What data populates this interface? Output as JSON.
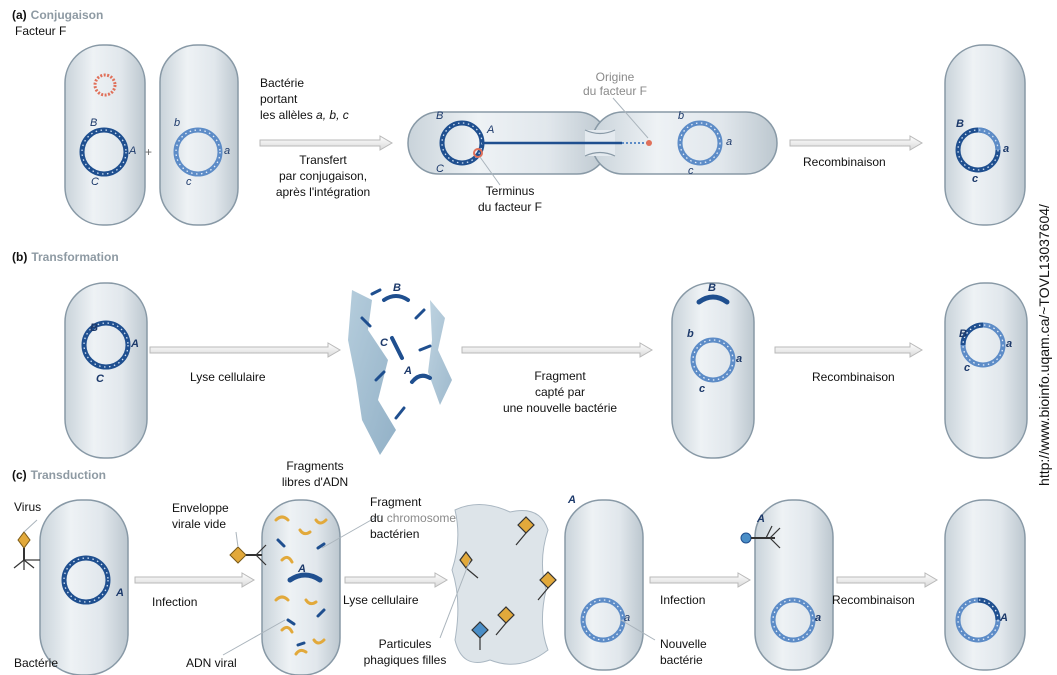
{
  "sections": {
    "a": {
      "letter": "(a)",
      "title": "Conjugaison"
    },
    "b": {
      "letter": "(b)",
      "title": "Transformation"
    },
    "c": {
      "letter": "(c)",
      "title": "Transduction"
    }
  },
  "a": {
    "facteur_f": "Facteur F",
    "bacterie_1": "Bactérie",
    "bacterie_2": "portant",
    "bacterie_3": "les allèles",
    "bacterie_alleles": "a, b, c",
    "transfert_1": "Transfert",
    "transfert_2": "par conjugaison,",
    "transfert_3": "après l'intégration",
    "origine_1": "Origine",
    "origine_2": "du facteur F",
    "terminus_1": "Terminus",
    "terminus_2": "du facteur F",
    "recombinaison": "Recombinaison",
    "plus": "+"
  },
  "b": {
    "lyse": "Lyse cellulaire",
    "fragments_1": "Fragments",
    "fragments_2": "libres d'ADN",
    "fragment_1": "Fragment",
    "fragment_2": "capté par",
    "fragment_3": "une nouvelle bactérie",
    "recombinaison": "Recombinaison"
  },
  "c": {
    "virus": "Virus",
    "bacterie": "Bactérie",
    "infection_1": "Infection",
    "enveloppe_1": "Enveloppe",
    "enveloppe_2": "virale vide",
    "adn_viral": "ADN viral",
    "fragment_1": "Fragment",
    "fragment_2a": "du",
    "fragment_2b": "chromosome",
    "fragment_3": "bactérien",
    "lyse": "Lyse cellulaire",
    "particules_1": "Particules",
    "particules_2": "phagiques filles",
    "nouvelle_1": "Nouvelle",
    "nouvelle_2": "bactérie",
    "infection_2": "Infection",
    "recombinaison": "Recombinaison"
  },
  "alleles": {
    "A": "A",
    "B": "B",
    "C": "C",
    "a": "a",
    "b": "b",
    "c": "c"
  },
  "url": "http://www.bioinfo.uqam.ca/~TOVL13037604/",
  "colors": {
    "cell_fill": "#dde4e9",
    "cell_edge": "#8899a6",
    "dark_dna": "#1f4f8f",
    "light_dna": "#5d8cc7",
    "plasmid": "#e0705a",
    "viral_dna": "#e2a93b",
    "arrow": "#b9b9b9"
  }
}
